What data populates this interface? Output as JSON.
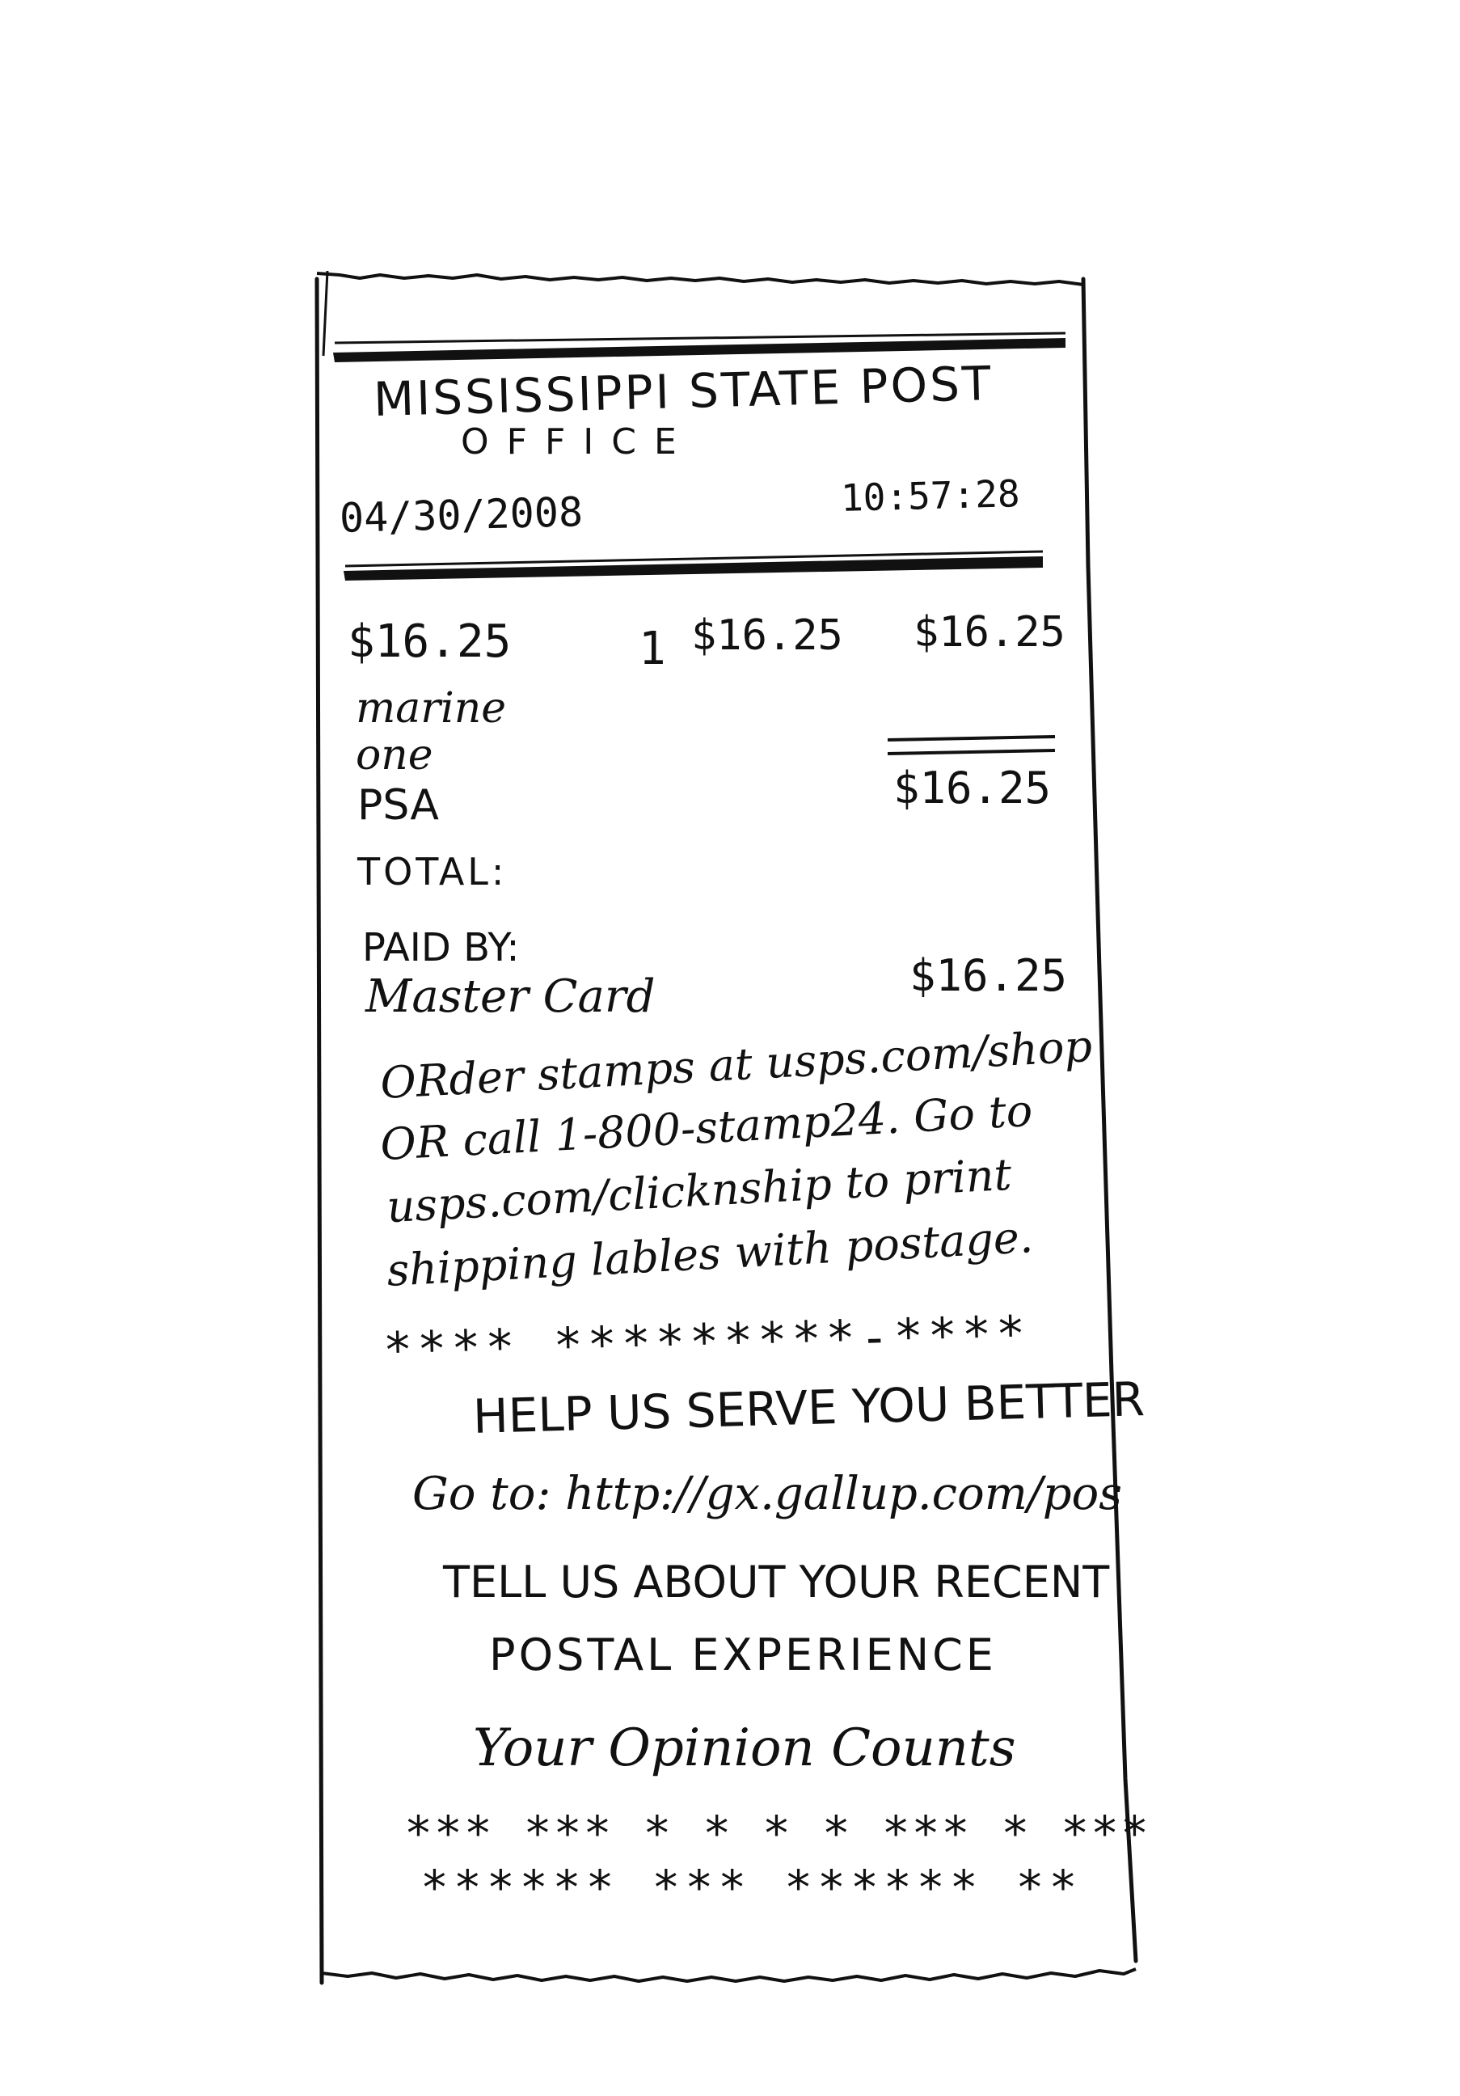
{
  "receipt": {
    "header": {
      "name_line1": "MISSISSIPPI STATE POST",
      "name_line2": "OFFICE",
      "date": "04/30/2008",
      "time": "10:57:28"
    },
    "item": {
      "price_left": "$16.25",
      "qty": "1",
      "price_mid": "$16.25",
      "price_right": "$16.25",
      "desc": [
        "marine",
        "one",
        "PSA"
      ],
      "subtotal": "$16.25"
    },
    "total_label": "TOTAL:",
    "paid_by_label": "PAID BY:",
    "payment_method": "Master Card",
    "payment_amount": "$16.25",
    "promo_lines": [
      "ORder stamps at usps.com/shop",
      "OR call 1-800-stamp24. Go to",
      "usps.com/clicknship to print",
      "shipping lables with postage."
    ],
    "stars_line": "**** *********-****",
    "help_text": "HELP US SERVE YOU BETTER",
    "goto_text": "Go to: http://gx.gallup.com/pos",
    "tell_line1": "TELL US ABOUT YOUR RECENT",
    "tell_line2": "POSTAL EXPERIENCE",
    "opinion": "Your Opinion Counts",
    "stars_bottom1": "*** *** * * * * *** * ***",
    "stars_bottom2": "****** *** ****** **"
  },
  "colors": {
    "ink": "#111111",
    "paper": "#ffffff"
  }
}
